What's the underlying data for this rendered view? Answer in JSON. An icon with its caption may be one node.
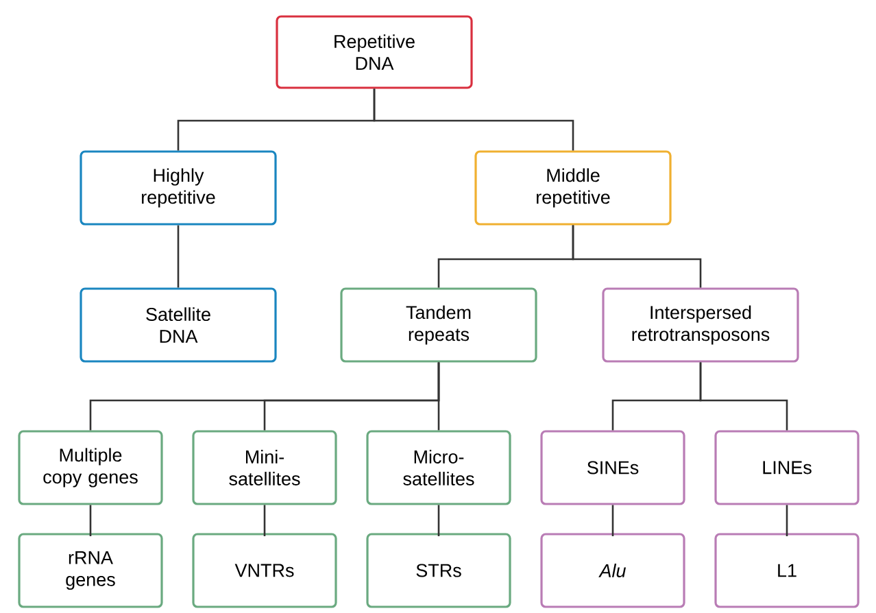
{
  "diagram": {
    "nodes": [
      {
        "text": [
          "Repetitive DNA"
        ]
      },
      {
        "text": [
          "Highly repetitive"
        ]
      },
      {
        "text": [
          "Middle repetitive"
        ]
      },
      {
        "text": [
          "Satellite DNA"
        ]
      },
      {
        "text": [
          "Tandem repeats"
        ]
      },
      {
        "text": [
          "Interspersed retrotransposons"
        ]
      },
      {
        "text": [
          "Multiple copy genes"
        ]
      },
      {
        "text": [
          "Mini-satellites"
        ]
      },
      {
        "text": [
          "Micro-satellites"
        ]
      },
      {
        "text": [
          "SINEs"
        ]
      },
      {
        "text": [
          "LINEs"
        ]
      },
      {
        "text": [
          "rRNA genes"
        ]
      },
      {
        "text": [
          "VNTRs"
        ]
      },
      {
        "text": [
          "STRs"
        ]
      },
      {
        "text": [
          "Alu"
        ]
      },
      {
        "text": [
          "L1"
        ]
      }
    ],
    "edges": [
      {
        "from": 0,
        "to": 1,
        "arrow": "none"
      },
      {
        "from": 0,
        "to": 2,
        "arrow": "none"
      },
      {
        "from": 1,
        "to": 3,
        "arrow": "none"
      },
      {
        "from": 2,
        "to": 4,
        "arrow": "none"
      },
      {
        "from": 2,
        "to": 5,
        "arrow": "none"
      },
      {
        "from": 4,
        "to": 6,
        "arrow": "none"
      },
      {
        "from": 4,
        "to": 7,
        "arrow": "none"
      },
      {
        "from": 4,
        "to": 8,
        "arrow": "none"
      },
      {
        "from": 5,
        "to": 9,
        "arrow": "none"
      },
      {
        "from": 5,
        "to": 10,
        "arrow": "none"
      },
      {
        "from": 6,
        "to": 11,
        "arrow": "none"
      },
      {
        "from": 7,
        "to": 12,
        "arrow": "none"
      },
      {
        "from": 8,
        "to": 13,
        "arrow": "none"
      },
      {
        "from": 9,
        "to": 14,
        "arrow": "none"
      },
      {
        "from": 10,
        "to": 15,
        "arrow": "none"
      }
    ]
  }
}
